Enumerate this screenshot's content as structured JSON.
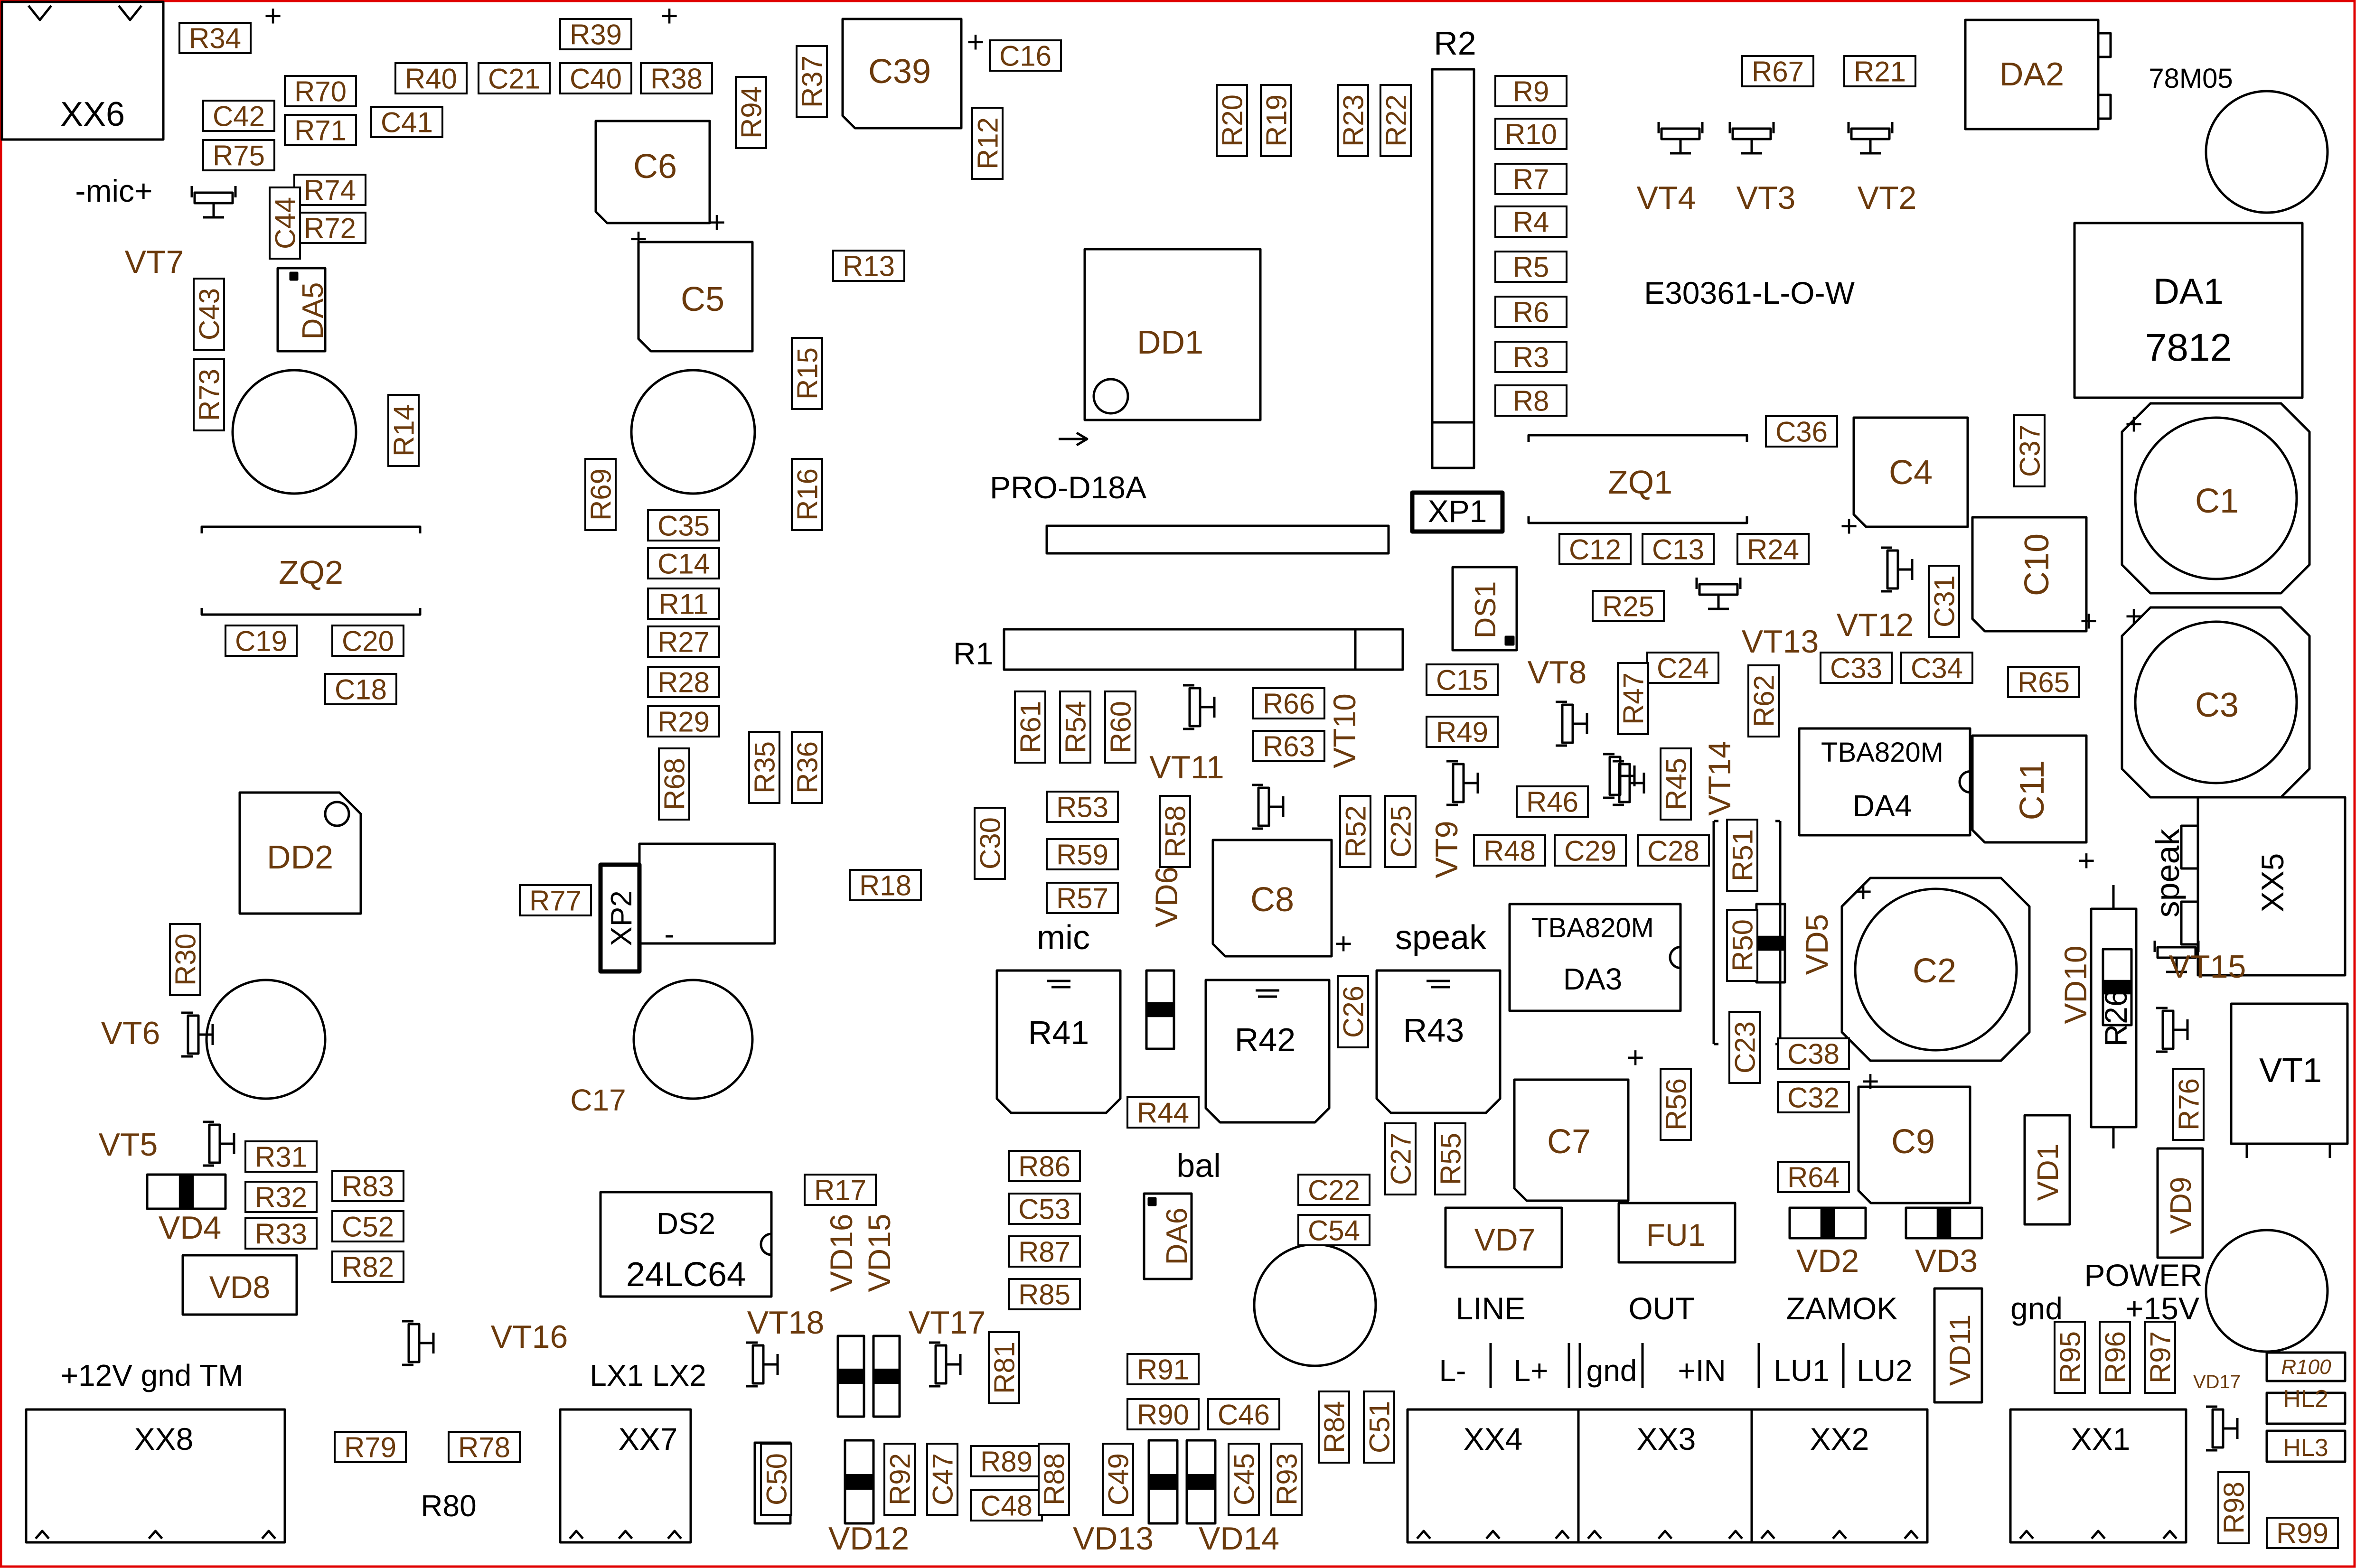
{
  "board": {
    "border_color": "#e00000",
    "silk_color": "#000000",
    "designator_color": "#6b3a0c"
  },
  "labels": {
    "board_id": "E30361-L-O-W",
    "mcu_label": "PRO-D18A",
    "reg_78m05": "78M05",
    "mic_minus_plus": "-mic+",
    "mic": "mic",
    "speak_a": "speak",
    "speak_b": "speak",
    "bal": "bal",
    "line": "LINE",
    "out": "OUT",
    "zamok": "ZAMOK",
    "power": "POWER",
    "gnd": "gnd",
    "plus15v": "+15V",
    "p12v_gnd_tm": "+12V  gnd   TM",
    "lx1_lx2": "LX1  LX2",
    "l_minus": "L-",
    "l_plus": "L+",
    "gnd_xx3": "gnd",
    "plus_in": "+IN",
    "lu1": "LU1",
    "lu2": "LU2",
    "plus": "+",
    "minus": "-"
  },
  "parts": {
    "XX1": "XX1",
    "XX2": "XX2",
    "XX3": "XX3",
    "XX4": "XX4",
    "XX5": "XX5",
    "XX6": "XX6",
    "XX7": "XX7",
    "XX8": "XX8",
    "DA1": "DA1",
    "DA1v": "7812",
    "DA2": "DA2",
    "DA3": "DA3",
    "DA3v": "TBA820M",
    "DA4": "DA4",
    "DA4v": "TBA820M",
    "DA5": "DA5",
    "DA6": "DA6",
    "DD1": "DD1",
    "DD2": "DD2",
    "DS1": "DS1",
    "DS2": "DS2",
    "DS2v": "24LC64",
    "XP1": "XP1",
    "XP2": "XP2",
    "ZQ1": "ZQ1",
    "ZQ2": "ZQ2",
    "FU1": "FU1",
    "HL2": "HL2",
    "HL3": "HL3",
    "R1": "R1",
    "R2": "R2",
    "R3": "R3",
    "R4": "R4",
    "R5": "R5",
    "R6": "R6",
    "R7": "R7",
    "R8": "R8",
    "R9": "R9",
    "R10": "R10",
    "R11": "R11",
    "R12": "R12",
    "R13": "R13",
    "R14": "R14",
    "R15": "R15",
    "R16": "R16",
    "R17": "R17",
    "R18": "R18",
    "R19": "R19",
    "R20": "R20",
    "R21": "R21",
    "R22": "R22",
    "R23": "R23",
    "R24": "R24",
    "R25": "R25",
    "R26": "R26",
    "R27": "R27",
    "R28": "R28",
    "R29": "R29",
    "R30": "R30",
    "R31": "R31",
    "R32": "R32",
    "R33": "R33",
    "R34": "R34",
    "R35": "R35",
    "R36": "R36",
    "R37": "R37",
    "R38": "R38",
    "R39": "R39",
    "R40": "R40",
    "R41": "R41",
    "R42": "R42",
    "R43": "R43",
    "R44": "R44",
    "R45": "R45",
    "R46": "R46",
    "R47": "R47",
    "R48": "R48",
    "R49": "R49",
    "R50": "R50",
    "R51": "R51",
    "R52": "R52",
    "R53": "R53",
    "R54": "R54",
    "R55": "R55",
    "R56": "R56",
    "R57": "R57",
    "R58": "R58",
    "R59": "R59",
    "R60": "R60",
    "R61": "R61",
    "R62": "R62",
    "R63": "R63",
    "R64": "R64",
    "R65": "R65",
    "R66": "R66",
    "R67": "R67",
    "R68": "R68",
    "R69": "R69",
    "R70": "R70",
    "R71": "R71",
    "R72": "R72",
    "R73": "R73",
    "R74": "R74",
    "R75": "R75",
    "R76": "R76",
    "R77": "R77",
    "R78": "R78",
    "R79": "R79",
    "R80": "R80",
    "R81": "R81",
    "R82": "R82",
    "R83": "R83",
    "R84": "R84",
    "R85": "R85",
    "R86": "R86",
    "R87": "R87",
    "R88": "R88",
    "R89": "R89",
    "R90": "R90",
    "R91": "R91",
    "R92": "R92",
    "R93": "R93",
    "R94": "R94",
    "R95": "R95",
    "R96": "R96",
    "R97": "R97",
    "R98": "R98",
    "R99": "R99",
    "R100": "R100",
    "C1": "C1",
    "C2": "C2",
    "C3": "C3",
    "C4": "C4",
    "C5": "C5",
    "C6": "C6",
    "C7": "C7",
    "C8": "C8",
    "C9": "C9",
    "C10": "C10",
    "C11": "C11",
    "C12": "C12",
    "C13": "C13",
    "C14": "C14",
    "C15": "C15",
    "C16": "C16",
    "C17": "C17",
    "C18": "C18",
    "C19": "C19",
    "C20": "C20",
    "C21": "C21",
    "C22": "C22",
    "C23": "C23",
    "C24": "C24",
    "C25": "C25",
    "C26": "C26",
    "C27": "C27",
    "C28": "C28",
    "C29": "C29",
    "C30": "C30",
    "C31": "C31",
    "C32": "C32",
    "C33": "C33",
    "C34": "C34",
    "C35": "C35",
    "C36": "C36",
    "C37": "C37",
    "C38": "C38",
    "C39": "C39",
    "C40": "C40",
    "C41": "C41",
    "C42": "C42",
    "C43": "C43",
    "C44": "C44",
    "C45": "C45",
    "C46": "C46",
    "C47": "C47",
    "C48": "C48",
    "C49": "C49",
    "C50": "C50",
    "C51": "C51",
    "C52": "C52",
    "C53": "C53",
    "C54": "C54",
    "VT1": "VT1",
    "VT2": "VT2",
    "VT3": "VT3",
    "VT4": "VT4",
    "VT5": "VT5",
    "VT6": "VT6",
    "VT7": "VT7",
    "VT8": "VT8",
    "VT9": "VT9",
    "VT10": "VT10",
    "VT11": "VT11",
    "VT12": "VT12",
    "VT13": "VT13",
    "VT14": "VT14",
    "VT15": "VT15",
    "VT16": "VT16",
    "VT17": "VT17",
    "VT18": "VT18",
    "VD1": "VD1",
    "VD2": "VD2",
    "VD3": "VD3",
    "VD4": "VD4",
    "VD5": "VD5",
    "VD6": "VD6",
    "VD7": "VD7",
    "VD8": "VD8",
    "VD9": "VD9",
    "VD10": "VD10",
    "VD11": "VD11",
    "VD12": "VD12",
    "VD13": "VD13",
    "VD14": "VD14",
    "VD15": "VD15",
    "VD16": "VD16",
    "VD17": "VD17"
  }
}
